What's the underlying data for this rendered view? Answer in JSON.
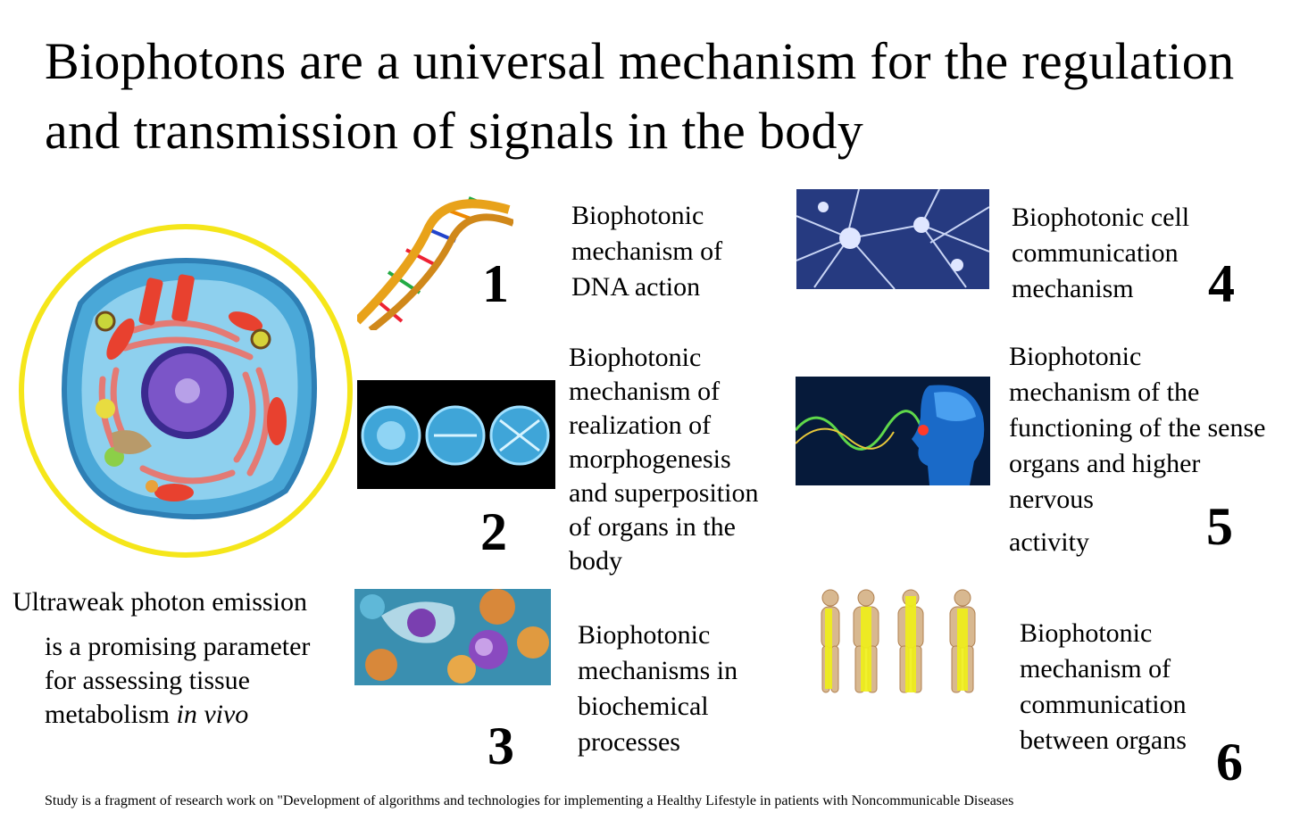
{
  "title": "Biophotons are a universal mechanism for the regulation and transmission of signals in the body",
  "items": [
    {
      "number": "1",
      "label": [
        "Biophotonic",
        "mechanism of",
        "DNA action"
      ]
    },
    {
      "number": "2",
      "label": [
        "Biophotonic",
        "mechanism of",
        "realization of",
        "morphogenesis",
        "and superposition",
        "of organs in the",
        "body"
      ]
    },
    {
      "number": "3",
      "label": [
        "Biophotonic",
        "mechanisms in",
        "biochemical",
        "processes"
      ]
    },
    {
      "number": "4",
      "label": [
        "Biophotonic cell",
        "communication",
        "mechanism"
      ]
    },
    {
      "number": "5",
      "label": [
        "Biophotonic",
        "mechanism of the",
        "functioning of the sense",
        "organs and higher",
        "nervous",
        "activity"
      ]
    },
    {
      "number": "6",
      "label": [
        "Biophotonic",
        "mechanism of",
        "communication",
        "between organs"
      ]
    }
  ],
  "cell_note": {
    "line1": "Ultraweak photon emission",
    "line2": "is a promising parameter",
    "line3": "for assessing tissue",
    "line4_prefix": "metabolism ",
    "line4_italic": "in vivo"
  },
  "footer": "Study is a fragment of research work on \"Development of algorithms and technologies for implementing a Healthy Lifestyle in patients with Noncommunicable Diseases",
  "colors": {
    "circle": "#f5e61a",
    "cell": "#4aa8d8",
    "nucleus": "#6a3fb0",
    "text": "#000000"
  }
}
